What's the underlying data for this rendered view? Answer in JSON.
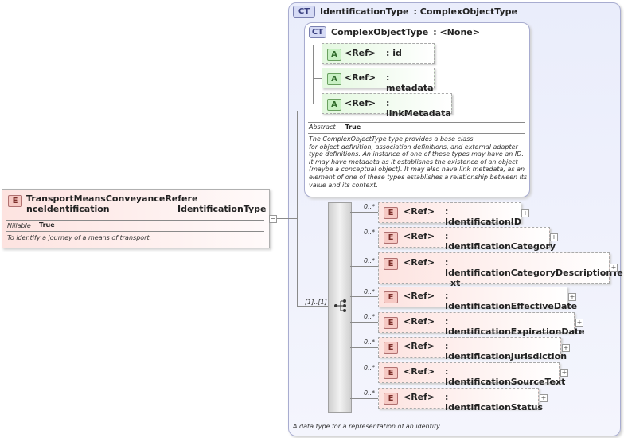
{
  "root_element": {
    "badge": "E",
    "name": "TransportMeansConveyanceReferenceIdentification",
    "name_line1": "TransportMeansConveyanceRefere",
    "name_line2": "nceIdentification",
    "type": ": IdentificationType",
    "nillable_label": "Nillable",
    "nillable_value": "True",
    "description": "To identify a journey of a means of transport."
  },
  "identification_type": {
    "badge": "CT",
    "title": "IdentificationType",
    "base": ": ComplexObjectType",
    "description": "A data type for a representation of an identity."
  },
  "complex_object_type": {
    "badge": "CT",
    "title": "ComplexObjectType",
    "base": ": <None>",
    "abstract_label": "Abstract",
    "abstract_value": "True",
    "description_lines": [
      "The ComplexObjectType type provides a base class",
      "for object definition, association definitions, and external adapter",
      "type definitions. An instance of one of these types may have an ID.",
      "It may have metadata as it establishes the existence of an object",
      "(maybe a conceptual object). It may also have link metadata, as an",
      "element of one of these types establishes a relationship between its",
      "value and its context."
    ],
    "attributes": [
      {
        "badge": "A",
        "ref": "<Ref>",
        "name": ": id"
      },
      {
        "badge": "A",
        "ref": "<Ref>",
        "name": ": metadata"
      },
      {
        "badge": "A",
        "ref": "<Ref>",
        "name": ": linkMetadata"
      }
    ]
  },
  "sequence": {
    "occurrence": "[1]..[1]",
    "elements": [
      {
        "badge": "E",
        "ref": "<Ref>",
        "name": ": IdentificationID",
        "occurrence": "0..*"
      },
      {
        "badge": "E",
        "ref": "<Ref>",
        "name": ": IdentificationCategory",
        "occurrence": "0..*"
      },
      {
        "badge": "E",
        "ref": "<Ref>",
        "name": ": IdentificationCategoryDescriptionText",
        "name_line1": ": IdentificationCategoryDescriptionTe",
        "name_line2": "xt",
        "occurrence": "0..*"
      },
      {
        "badge": "E",
        "ref": "<Ref>",
        "name": ": IdentificationEffectiveDate",
        "occurrence": "0..*"
      },
      {
        "badge": "E",
        "ref": "<Ref>",
        "name": ": IdentificationExpirationDate",
        "occurrence": "0..*"
      },
      {
        "badge": "E",
        "ref": "<Ref>",
        "name": ": IdentificationJurisdiction",
        "occurrence": "0..*"
      },
      {
        "badge": "E",
        "ref": "<Ref>",
        "name": ": IdentificationSourceText",
        "occurrence": "0..*"
      },
      {
        "badge": "E",
        "ref": "<Ref>",
        "name": ": IdentificationStatus",
        "occurrence": "0..*"
      }
    ]
  },
  "icons": {
    "expand": "plus-icon",
    "collapse": "minus-icon",
    "sequence": "sequence-icon",
    "ct_extension": "ct-extension-icon"
  },
  "colors": {
    "element_fill": "#fde3e0",
    "attribute_fill": "#e4f8e0",
    "complex_type_fill": "#eef0fc",
    "sequence_bar": "#dedede",
    "connector": "#8a8a8a"
  }
}
